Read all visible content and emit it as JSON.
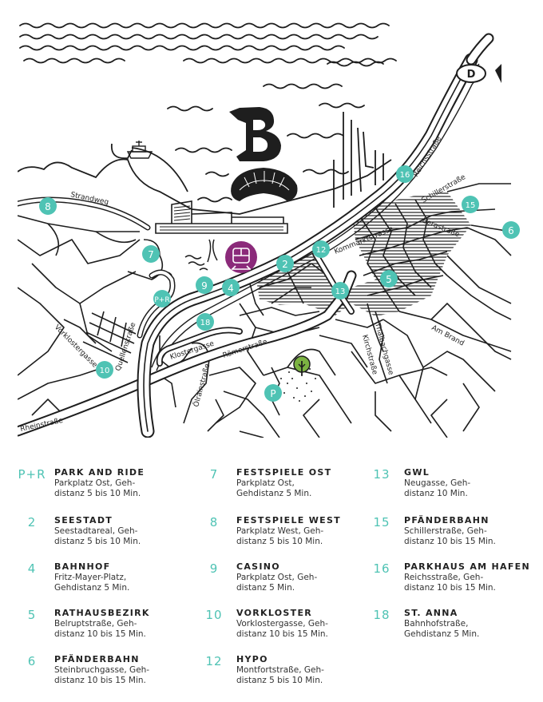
{
  "colors": {
    "marker": "#4fc3b4",
    "train": "#8b2a7a",
    "tree": "#7cb342",
    "ink": "#1e1e1e"
  },
  "map": {
    "highway_sign": "D",
    "streets": {
      "strandweg": "Strandweg",
      "reichsstrasse": "Reichsstraße",
      "schillerstrasse": "Schillerstraße",
      "bergstrasse": "Bergstraße",
      "kommarktstrasse": "Kommarktstrasse",
      "thalbachgasse": "Thalbachgasse",
      "kirchstrasse": "Kirchstraße",
      "am_brand": "Am Brand",
      "roemerstrasse": "Römerstraße",
      "klostergasse": "Klostergasse",
      "quellenstrasse": "Quellenstraße",
      "vorklostergasse": "Vorklostergasse",
      "oelrainstrasse": "Ölrainstraße",
      "rheinstrasse": "Rheinstraße"
    },
    "markers": [
      {
        "id": "pr",
        "label": "P+R"
      },
      {
        "id": "m2",
        "label": "2"
      },
      {
        "id": "m4",
        "label": "4"
      },
      {
        "id": "m5",
        "label": "5"
      },
      {
        "id": "m6",
        "label": "6"
      },
      {
        "id": "m7",
        "label": "7"
      },
      {
        "id": "m8",
        "label": "8"
      },
      {
        "id": "m9",
        "label": "9"
      },
      {
        "id": "m10",
        "label": "10"
      },
      {
        "id": "m12",
        "label": "12"
      },
      {
        "id": "m13",
        "label": "13"
      },
      {
        "id": "m15",
        "label": "15"
      },
      {
        "id": "m16",
        "label": "16"
      },
      {
        "id": "m18",
        "label": "18"
      },
      {
        "id": "p",
        "label": "P"
      }
    ]
  },
  "legend": {
    "col1": [
      {
        "num": "P+R",
        "title": "PARK AND RIDE",
        "desc": "Parkplatz Ost, Geh-\ndistanz 5 bis 10 Min."
      },
      {
        "num": "2",
        "title": "SEESTADT",
        "desc": "Seestadtareal, Geh-\ndistanz 5 bis 10 Min."
      },
      {
        "num": "4",
        "title": "BAHNHOF",
        "desc": "Fritz-Mayer-Platz,\nGehdistanz 5 Min."
      },
      {
        "num": "5",
        "title": "RATHAUSBEZIRK",
        "desc": "Belruptstraße, Geh-\ndistanz 10 bis 15 Min."
      },
      {
        "num": "6",
        "title": "PFÄNDERBAHN",
        "desc": "Steinbruchgasse, Geh-\ndistanz 10 bis 15 Min."
      }
    ],
    "col2": [
      {
        "num": "7",
        "title": "FESTSPIELE OST",
        "desc": "Parkplatz Ost,\nGehdistanz 5 Min."
      },
      {
        "num": "8",
        "title": "FESTSPIELE WEST",
        "desc": "Parkplatz West, Geh-\ndistanz 5 bis 10 Min."
      },
      {
        "num": "9",
        "title": "CASINO",
        "desc": "Parkplatz Ost, Geh-\ndistanz 5 Min."
      },
      {
        "num": "10",
        "title": "VORKLOSTER",
        "desc": "Vorklostergasse, Geh-\ndistanz 10 bis 15 Min."
      },
      {
        "num": "12",
        "title": "HYPO",
        "desc": "Montfortstraße, Geh-\ndistanz 5 bis 10 Min."
      }
    ],
    "col3": [
      {
        "num": "13",
        "title": "GWL",
        "desc": "Neugasse, Geh-\ndistanz 10 Min."
      },
      {
        "num": "15",
        "title": "PFÄNDERBAHN",
        "desc": "Schillerstraße, Geh-\ndistanz 10 bis 15 Min."
      },
      {
        "num": "16",
        "title": "PARKHAUS AM HAFEN",
        "desc": "Reichsstraße, Geh-\ndistanz 10 bis 15 Min."
      },
      {
        "num": "18",
        "title": "ST. ANNA",
        "desc": "Bahnhofstraße,\nGehdistanz 5 Min."
      }
    ]
  }
}
